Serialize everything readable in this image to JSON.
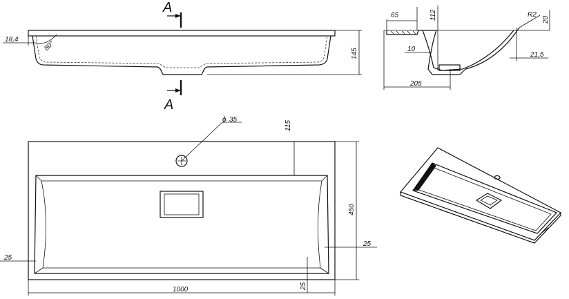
{
  "section_labels": {
    "top": "A",
    "bottom": "A"
  },
  "front_view": {
    "rim_thickness": "18,4",
    "angle": "80°",
    "height": "145"
  },
  "section_view": {
    "rim_width": "65",
    "depth": "112",
    "radius": "R2",
    "top_thickness": "20",
    "wall": "10",
    "overhang": "21,5",
    "drain_offset": "205"
  },
  "plan_view": {
    "hole_diameter": "35",
    "hole_offset": "115",
    "width": "1000",
    "depth": "450",
    "right_margin": "25",
    "left_margin": "25",
    "bottom_margin": "25"
  }
}
